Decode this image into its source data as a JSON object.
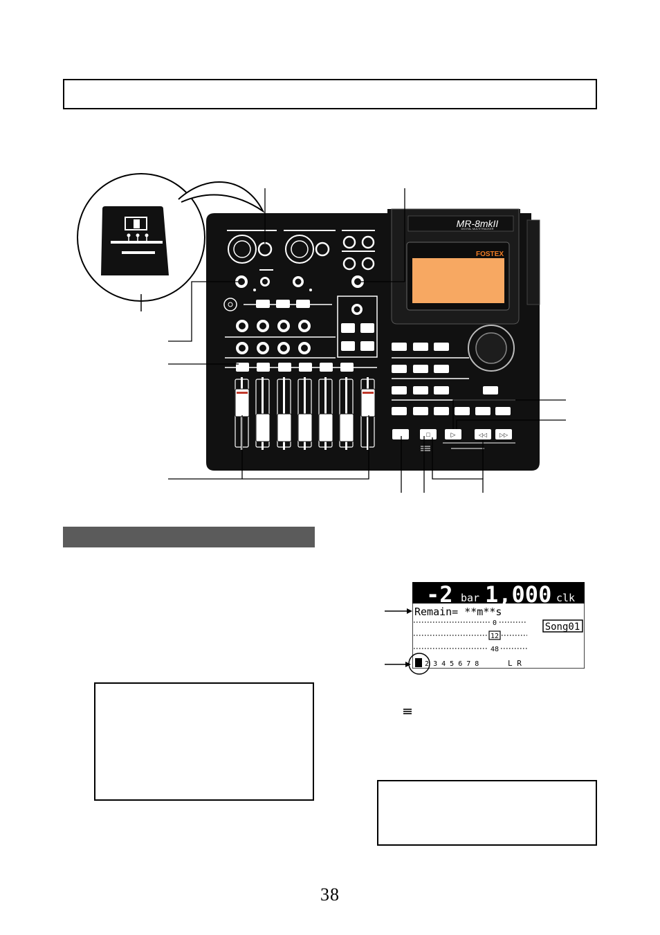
{
  "page": {
    "number": "38"
  },
  "device": {
    "model_text": "MR-8mkII",
    "model_sub_text": "DIGITAL MULTITRACKER",
    "brand_text": "FOSTEX",
    "button_glyphs": {
      "stop": "□",
      "play": "▷",
      "rewind": "◁◁",
      "fast_forward": "▷▷"
    },
    "colors": {
      "lcd_backlight": "#F7A862",
      "panel": "#111111",
      "led": "#C0392B"
    }
  },
  "lcd": {
    "bar_value": "-2",
    "bar_unit": "bar",
    "clk_value": "1,000",
    "clk_unit": "clk",
    "remain_text": "Remain= **m**s",
    "level_top": "0",
    "level_mid": "12",
    "level_bottom": "48",
    "song_label": "Song01",
    "track_numbers": "1 2 3 4 5 6 7 8",
    "lr_text": "L R"
  },
  "icons": {
    "play_indicator": "three-bar-icon"
  }
}
